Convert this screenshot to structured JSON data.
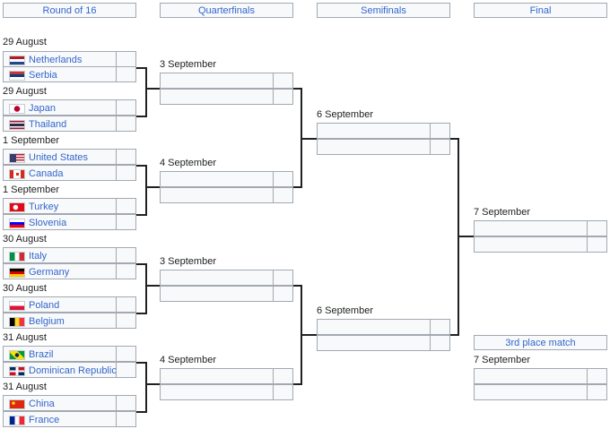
{
  "headers": {
    "r16": "Round of 16",
    "qf": "Quarterfinals",
    "sf": "Semifinals",
    "final": "Final"
  },
  "r16": [
    {
      "date": "29 August",
      "team1": "Netherlands",
      "team2": "Serbia",
      "flag1": "netherlands-flag",
      "flag2": "serbia-flag"
    },
    {
      "date": "29 August",
      "team1": "Japan",
      "team2": "Thailand",
      "flag1": "japan-flag",
      "flag2": "thailand-flag"
    },
    {
      "date": "1 September",
      "team1": "United States",
      "team2": "Canada",
      "flag1": "usa-flag",
      "flag2": "canada-flag"
    },
    {
      "date": "1 September",
      "team1": "Turkey",
      "team2": "Slovenia",
      "flag1": "turkey-flag",
      "flag2": "slovenia-flag"
    },
    {
      "date": "30 August",
      "team1": "Italy",
      "team2": "Germany",
      "flag1": "italy-flag",
      "flag2": "germany-flag"
    },
    {
      "date": "30 August",
      "team1": "Poland",
      "team2": "Belgium",
      "flag1": "poland-flag",
      "flag2": "belgium-flag"
    },
    {
      "date": "31 August",
      "team1": "Brazil",
      "team2": "Dominican Republic",
      "flag1": "brazil-flag",
      "flag2": "dominican-republic-flag"
    },
    {
      "date": "31 August",
      "team1": "China",
      "team2": "France",
      "flag1": "china-flag",
      "flag2": "france-flag"
    }
  ],
  "qf": [
    {
      "date": "3 September"
    },
    {
      "date": "4 September"
    },
    {
      "date": "3 September"
    },
    {
      "date": "4 September"
    }
  ],
  "sf": [
    {
      "date": "6 September"
    },
    {
      "date": "6 September"
    }
  ],
  "final": {
    "date": "7 September"
  },
  "third_place": {
    "label": "3rd place match",
    "date": "7 September"
  }
}
